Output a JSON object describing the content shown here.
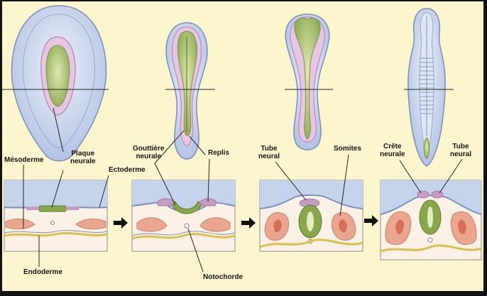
{
  "labels": {
    "mesoderme": "Mésoderme",
    "plaque_neurale": "Plaque\nneurale",
    "ectoderme": "Ectoderme",
    "endoderme": "Endoderme",
    "gouttiere_neurale": "Gouttière\nneurale",
    "replis": "Replis",
    "notochorde": "Notochorde",
    "tube_neural_1": "Tube\nneural",
    "somites": "Somites",
    "crete_neurale": "Crête\nneurale",
    "tube_neural_2": "Tube\nneural"
  },
  "colors": {
    "background": "#fcf6cf",
    "neural_plate": "#8aa64c",
    "ectoderm_outline": "#7d8fb5",
    "mesoderm": "#eaa68e",
    "endoderm": "#d9c24a",
    "neural_fold": "#c49cc4",
    "embryo_blue": "#c6d3ec"
  },
  "icons": {
    "stage_arrow": "arrow-right-icon"
  }
}
